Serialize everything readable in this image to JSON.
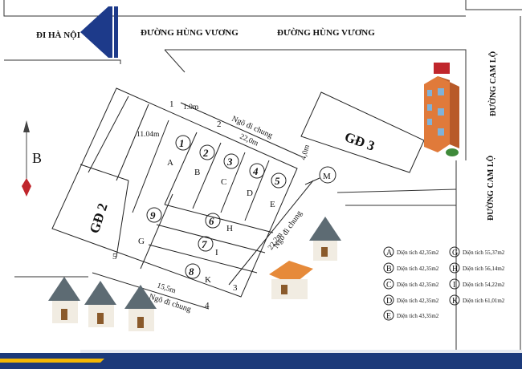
{
  "streets": {
    "to_hanoi": "ĐI HÀ NỘI",
    "hung_vuong_1": "ĐƯỜNG HÙNG VƯƠNG",
    "hung_vuong_2": "ĐƯỜNG HÙNG VƯƠNG",
    "cam_lo_1": "ĐƯỜNG CAM LỘ",
    "cam_lo_2": "ĐƯỜNG CAM LỘ"
  },
  "compass": {
    "label": "B"
  },
  "blocks": {
    "gd2": "GĐ 2",
    "gd3": "GĐ 3"
  },
  "lane_labels": {
    "upper": "Ngõ đi chung",
    "lower": "Ngõ đi chung",
    "right": "Ngõ đi chung"
  },
  "dimensions": {
    "d1": "1.0m",
    "d2": "11.04m",
    "d3": "22,0m",
    "d4": "4,0m",
    "d5": "22,2m",
    "d6": "15,5m"
  },
  "corner_numbers": [
    "1",
    "2",
    "3",
    "4",
    "5"
  ],
  "lots": [
    {
      "num": "1",
      "letter": "A"
    },
    {
      "num": "2",
      "letter": "B"
    },
    {
      "num": "3",
      "letter": "C"
    },
    {
      "num": "4",
      "letter": "D"
    },
    {
      "num": "5",
      "letter": "E"
    },
    {
      "num": "6",
      "letter": "H"
    },
    {
      "num": "7",
      "letter": "I"
    },
    {
      "num": "8",
      "letter": "K"
    },
    {
      "num": "9",
      "letter": "G"
    }
  ],
  "marker": {
    "label": "M"
  },
  "legend": [
    {
      "letter": "A",
      "text": "Diện tích 42,35m2"
    },
    {
      "letter": "B",
      "text": "Diện tích 42,35m2"
    },
    {
      "letter": "C",
      "text": "Diện tích 42,35m2"
    },
    {
      "letter": "D",
      "text": "Diện tích 42,35m2"
    },
    {
      "letter": "E",
      "text": "Diện tích 43,35m2"
    },
    {
      "letter": "G",
      "text": "Diện tích 55,37m2"
    },
    {
      "letter": "H",
      "text": "Diện tích 56,14m2"
    },
    {
      "letter": "I",
      "text": "Diện tích 54,22m2"
    },
    {
      "letter": "K",
      "text": "Diện tích 61,01m2"
    }
  ],
  "colors": {
    "arrow_blue": "#1d3a8a",
    "compass_red": "#c0262c",
    "footer_blue": "#1c3a7a",
    "footer_yellow": "#f2b705"
  }
}
